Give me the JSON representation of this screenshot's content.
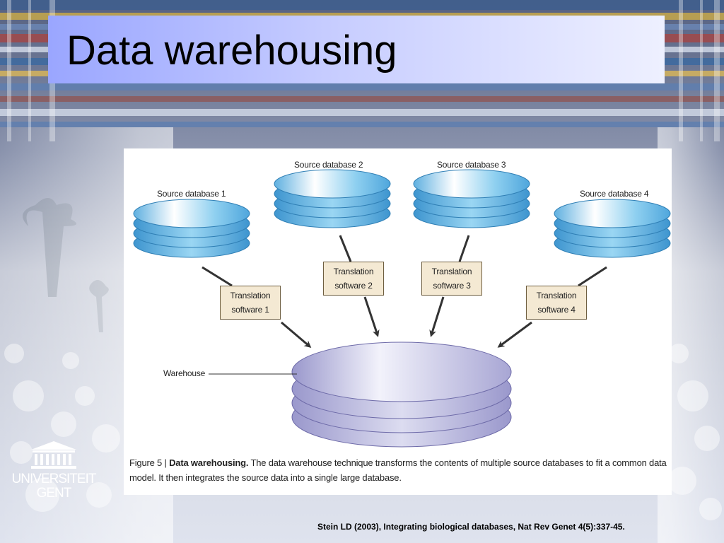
{
  "slide": {
    "title": "Data warehousing",
    "citation": "Stein LD (2003), Integrating biological databases, Nat Rev Genet 4(5):337-45."
  },
  "diagram": {
    "source_labels": [
      "Source database 1",
      "Source database 2",
      "Source database 3",
      "Source database 4"
    ],
    "translation_boxes": [
      {
        "line1": "Translation",
        "line2": "software 1"
      },
      {
        "line1": "Translation",
        "line2": "software 2"
      },
      {
        "line1": "Translation",
        "line2": "software 3"
      },
      {
        "line1": "Translation",
        "line2": "software 4"
      }
    ],
    "warehouse_label": "Warehouse"
  },
  "caption": {
    "figure_number": "Figure 5 |",
    "figure_title": "Data warehousing.",
    "text": "The data warehouse technique transforms the contents of multiple source databases to fit a common data model. It then integrates the source data into a single large database."
  },
  "logo": {
    "line1": "UNIVERSITEIT",
    "line2": "GENT"
  },
  "colors": {
    "title_bar_start": "#9aa6ff",
    "source_db": "#7cc3e8",
    "warehouse_db": "#b8b6dc",
    "translation_box": "#f4e9d3"
  }
}
